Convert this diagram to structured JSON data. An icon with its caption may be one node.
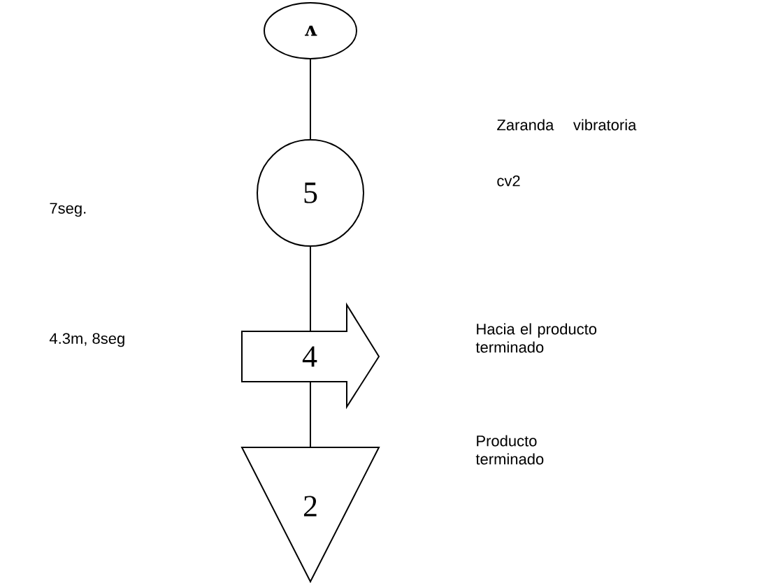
{
  "diagram": {
    "nodes": [
      {
        "text": [
          "ʌ"
        ]
      },
      {
        "text": [
          "5"
        ]
      },
      {
        "text": [
          "4"
        ]
      },
      {
        "text": [
          "2"
        ]
      }
    ],
    "edges": [
      {
        "from": 0,
        "to": 1,
        "arrow": "none"
      },
      {
        "from": 1,
        "to": 2,
        "arrow": "none"
      },
      {
        "from": 2,
        "to": 3,
        "arrow": "none"
      }
    ],
    "labels": [
      "Zaranda vibratoria cv2",
      "7seg.",
      "4.3m, 8seg",
      "Hacia el producto terminado",
      "Producto terminado"
    ]
  }
}
